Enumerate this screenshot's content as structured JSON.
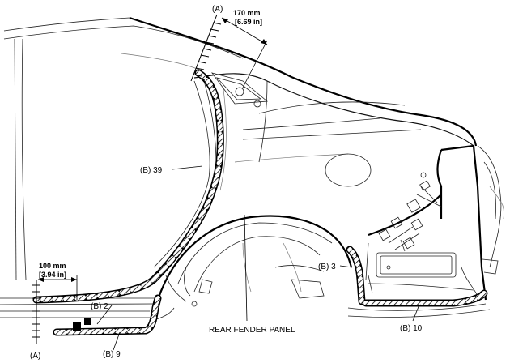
{
  "labels": {
    "a_top": "(A)",
    "a_bottom": "(A)",
    "dim_top_mm": "170 mm",
    "dim_top_in": "[6.69 in]",
    "dim_left_mm": "100 mm",
    "dim_left_in": "[3.94 in]",
    "b39": "(B) 39",
    "b2": "(B) 2",
    "b9": "(B) 9",
    "b3": "(B) 3",
    "b10": "(B) 10",
    "panel": "REAR FENDER PANEL"
  }
}
